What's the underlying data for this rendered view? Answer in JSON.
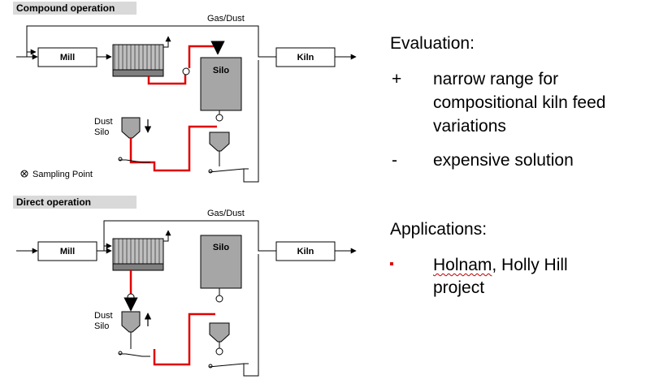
{
  "diagrams": {
    "compound": {
      "header": "Compound operation",
      "gas_dust": "Gas/Dust",
      "mill": "Mill",
      "kiln": "Kiln",
      "silo": "Silo",
      "dust_silo_1": "Dust",
      "dust_silo_2": "Silo",
      "sampling_point": "Sampling Point"
    },
    "direct": {
      "header": "Direct operation",
      "gas_dust": "Gas/Dust",
      "mill": "Mill",
      "kiln": "Kiln",
      "silo": "Silo",
      "dust_silo_1": "Dust",
      "dust_silo_2": "Silo"
    }
  },
  "text": {
    "evaluation_title": "Evaluation:",
    "eval_items": [
      {
        "bullet": "+",
        "lines": [
          "narrow range for",
          "compositional kiln feed",
          "variations"
        ]
      },
      {
        "bullet": "-",
        "lines": [
          "expensive solution"
        ]
      }
    ],
    "applications_title": "Applications:",
    "app_items": [
      {
        "bullet": "▪",
        "part1": "Holnam",
        "part2": ", Holly Hill",
        "line2": "project"
      }
    ]
  },
  "colors": {
    "flow_red": "#e00000",
    "equipment_gray": "#a6a6a6",
    "header_gray": "#d9d9d9"
  }
}
